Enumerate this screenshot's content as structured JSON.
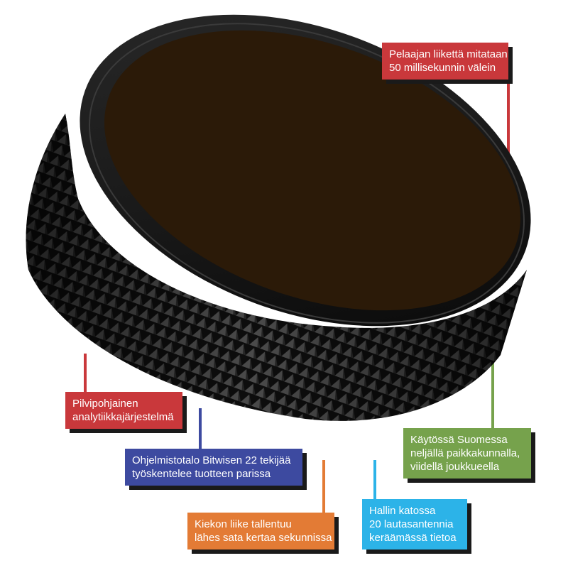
{
  "colors": {
    "red": "#c9383b",
    "blue": "#3d4aa0",
    "orange": "#e37b35",
    "cyan": "#2cb3e8",
    "green": "#76a24c",
    "puck_top": "#2b1a08",
    "puck_side": "#0f0f0f"
  },
  "callouts": {
    "tracking": {
      "line1": "Pelaajan liikettä mitataan",
      "line2": "50 millisekunnin välein"
    },
    "cloud": {
      "line1": "Pilvipohjainen",
      "line2": "analytiikkajärjestelmä"
    },
    "team": {
      "line1": "Ohjelmistotalo Bitwisen 22 tekijää",
      "line2": "työskentelee tuotteen parissa"
    },
    "puck_motion": {
      "line1": "Kiekon liike tallentuu",
      "line2": "lähes sata kertaa sekunnissa"
    },
    "antennas": {
      "line1": "Hallin katossa",
      "line2": "20 lautasantennia",
      "line3": "keräämässä tietoa"
    },
    "usage": {
      "line1": "Käytössä Suomessa",
      "line2": "neljällä paikkakunnalla,",
      "line3": "viidellä joukkueella"
    }
  }
}
